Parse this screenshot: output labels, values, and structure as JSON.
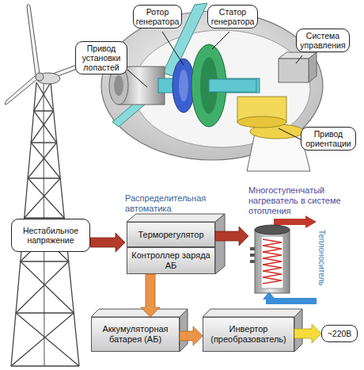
{
  "diagram": {
    "nodes": [
      {
        "text": [
          "Привод установки лопастей"
        ]
      },
      {
        "text": [
          "Ротор генератора"
        ]
      },
      {
        "text": [
          "Статор генератора"
        ]
      },
      {
        "text": [
          "Система управления"
        ]
      },
      {
        "text": [
          "Привод ориентации"
        ]
      },
      {
        "text": [
          "Нестабильное напряжение"
        ]
      },
      {
        "text": [
          "Распределительная автоматика"
        ]
      },
      {
        "text": [
          "Терморегулятор"
        ],
        "in": 6
      },
      {
        "text": [
          "Контроллер заряда АБ"
        ],
        "in": 6
      },
      {
        "text": [
          "Многоступенчатый нагреватель в системе отопления"
        ]
      },
      {
        "text": [
          "Аккумуляторная батарея (АБ)"
        ]
      },
      {
        "text": [
          "Инвертор (преобразователь)"
        ]
      },
      {
        "text": [
          "~220В"
        ]
      }
    ],
    "edges": [
      {
        "from": 5,
        "to": 6,
        "arrow": "to"
      },
      {
        "from": 7,
        "to": 9,
        "arrow": "to"
      },
      {
        "from": 8,
        "to": 10,
        "arrow": "to"
      },
      {
        "from": 10,
        "to": 11,
        "arrow": "to"
      },
      {
        "from": 11,
        "to": 12,
        "arrow": "to"
      }
    ],
    "labels": [
      "Теплоноситель"
    ]
  }
}
